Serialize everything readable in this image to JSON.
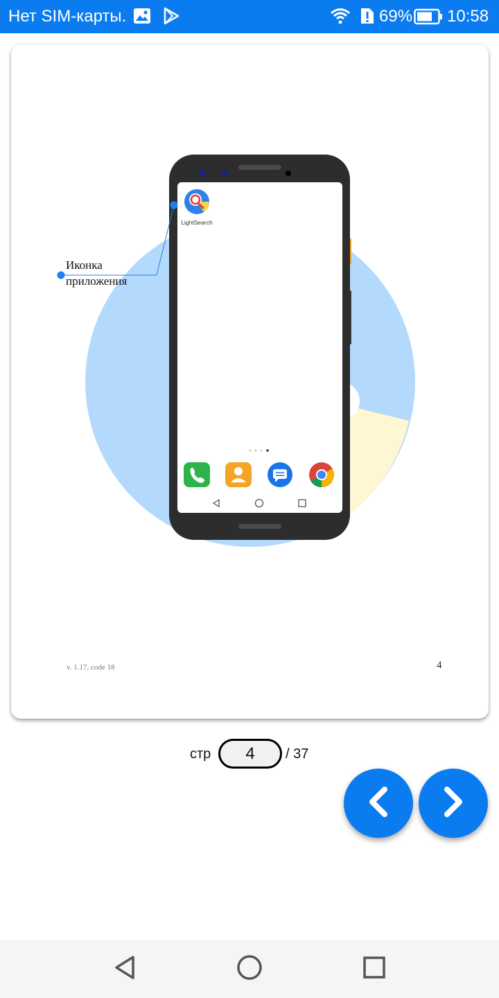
{
  "status_bar": {
    "carrier": "Нет SIM-карты.",
    "battery_percent": "69%",
    "time": "10:58",
    "icons": [
      "gallery-icon",
      "play-store-icon",
      "wifi-icon",
      "alert-icon",
      "battery-icon"
    ],
    "background_color": "#0a7cf0"
  },
  "document_page": {
    "annotation_line1": "Иконка",
    "annotation_line2": "приложения",
    "app_icon_label": "LightSearch",
    "footer_version": "v. 1.17, code 18",
    "page_number": "4",
    "dock_icons": [
      "phone-icon",
      "contacts-icon",
      "messages-icon",
      "chrome-icon"
    ]
  },
  "pager": {
    "label": "стр",
    "current_page": "4",
    "total": "/ 37"
  },
  "fab": {
    "prev_icon": "chevron-left-icon",
    "next_icon": "chevron-right-icon",
    "color": "#0a7cf0"
  },
  "nav_bar": {
    "icons": [
      "back-icon",
      "home-icon",
      "recents-icon"
    ]
  }
}
